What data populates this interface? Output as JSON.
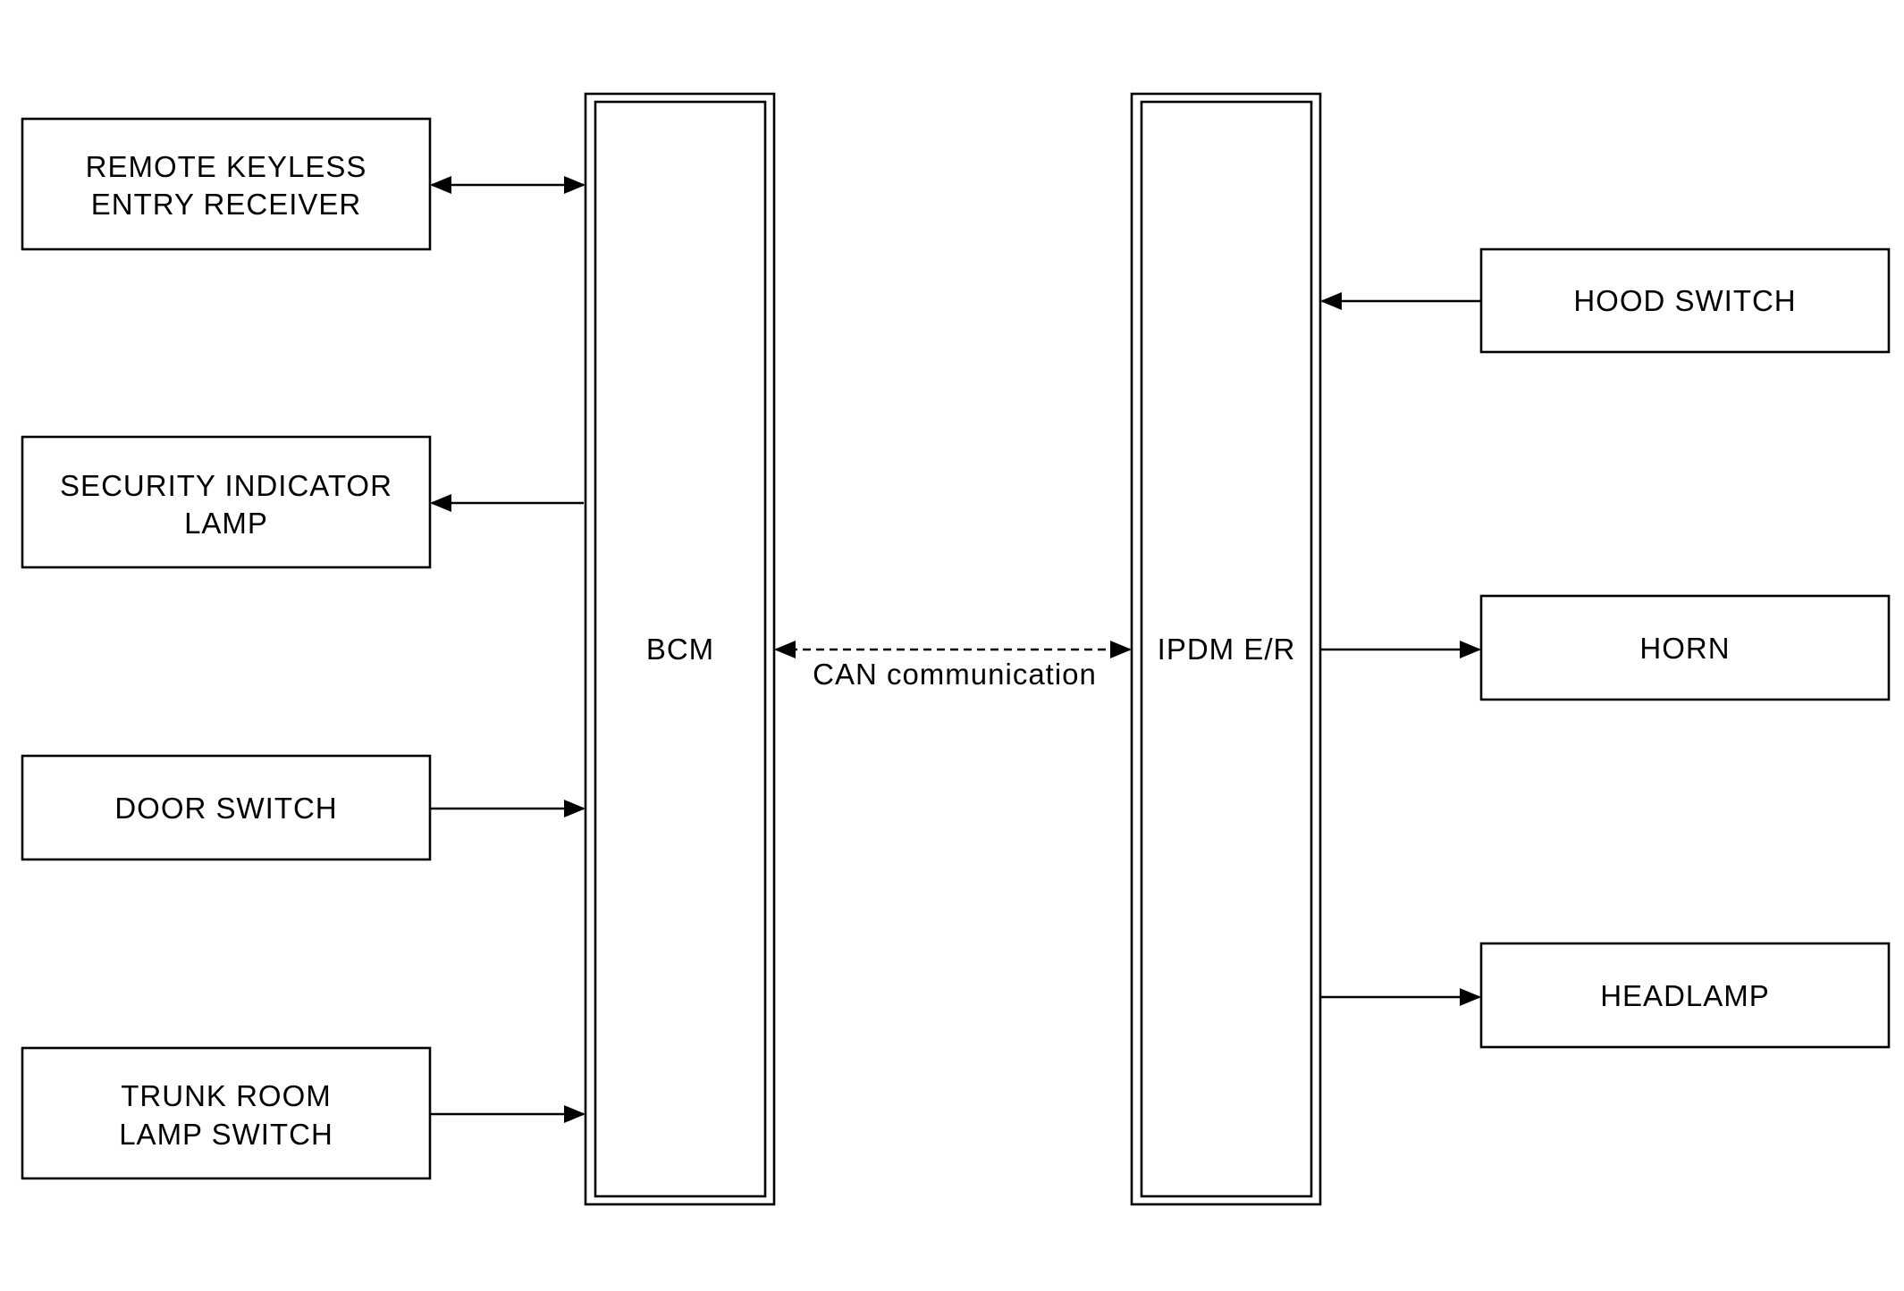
{
  "diagram": {
    "left_components": [
      {
        "id": "rke",
        "lines": [
          "REMOTE KEYLESS",
          "ENTRY RECEIVER"
        ]
      },
      {
        "id": "sil",
        "lines": [
          "SECURITY INDICATOR",
          "LAMP"
        ]
      },
      {
        "id": "door",
        "lines": [
          "DOOR SWITCH"
        ]
      },
      {
        "id": "trunk",
        "lines": [
          "TRUNK ROOM",
          "LAMP SWITCH"
        ]
      }
    ],
    "controllers": {
      "bcm": "BCM",
      "ipdm": "IPDM E/R"
    },
    "can_label": "CAN communication",
    "right_components": [
      {
        "id": "hood",
        "lines": [
          "HOOD SWITCH"
        ]
      },
      {
        "id": "horn",
        "lines": [
          "HORN"
        ]
      },
      {
        "id": "headlamp",
        "lines": [
          "HEADLAMP"
        ]
      }
    ]
  }
}
